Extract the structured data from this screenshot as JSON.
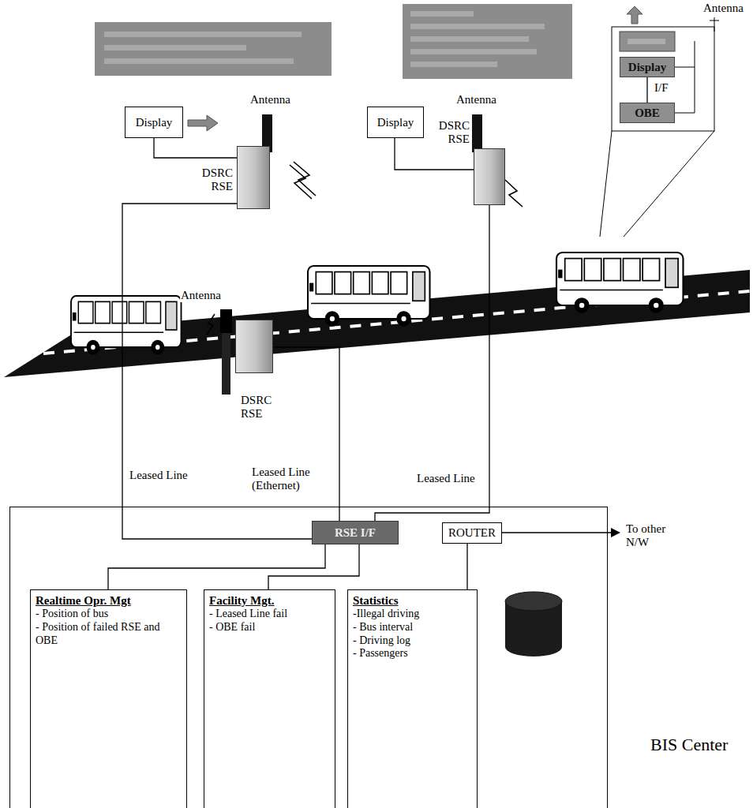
{
  "diagram": {
    "nodes": [
      {
        "text": [
          "Display"
        ]
      },
      {
        "text": [
          "Display"
        ]
      },
      {
        "text": [
          "Display"
        ]
      },
      {
        "text": [
          "OBE"
        ]
      },
      {
        "text": [
          "DSRC RSE"
        ]
      },
      {
        "text": [
          "DSRC RSE"
        ]
      },
      {
        "text": [
          "DSRC RSE"
        ]
      },
      {
        "text": [
          "BIS Center"
        ]
      },
      {
        "text": [
          "RSE I/F"
        ],
        "in": 7
      },
      {
        "text": [
          "ROUTER"
        ],
        "in": 7
      },
      {
        "text": [
          "Realtime Opr. Mgt",
          "- Position of bus",
          "- Position of failed RSE and OBE"
        ],
        "in": 7
      },
      {
        "text": [
          "Facility Mgt.",
          "- Leased Line fail",
          "- OBE fail"
        ],
        "in": 7
      },
      {
        "text": [
          "Statistics",
          "-Illegal driving",
          "- Bus interval",
          "- Driving log",
          "- Passengers"
        ],
        "in": 7
      }
    ],
    "edges": [
      {
        "from": 0,
        "to": 4,
        "arrow": "none"
      },
      {
        "from": 1,
        "to": 5,
        "arrow": "none"
      },
      {
        "from": 4,
        "to": 8,
        "label": "Leased Line",
        "arrow": "none"
      },
      {
        "from": 6,
        "to": 8,
        "label": "Leased Line (Ethernet)",
        "arrow": "none"
      },
      {
        "from": 5,
        "to": 8,
        "label": "Leased Line",
        "arrow": "none"
      },
      {
        "from": 8,
        "to": 10,
        "arrow": "none"
      },
      {
        "from": 8,
        "to": 11,
        "arrow": "none"
      },
      {
        "from": 9,
        "to": 12,
        "arrow": "none"
      },
      {
        "from": 2,
        "to": 3,
        "label": "I/F",
        "arrow": "none"
      }
    ],
    "labels": [
      "Antenna",
      "Antenna",
      "Antenna",
      "Antenna",
      "To other N/W"
    ]
  }
}
